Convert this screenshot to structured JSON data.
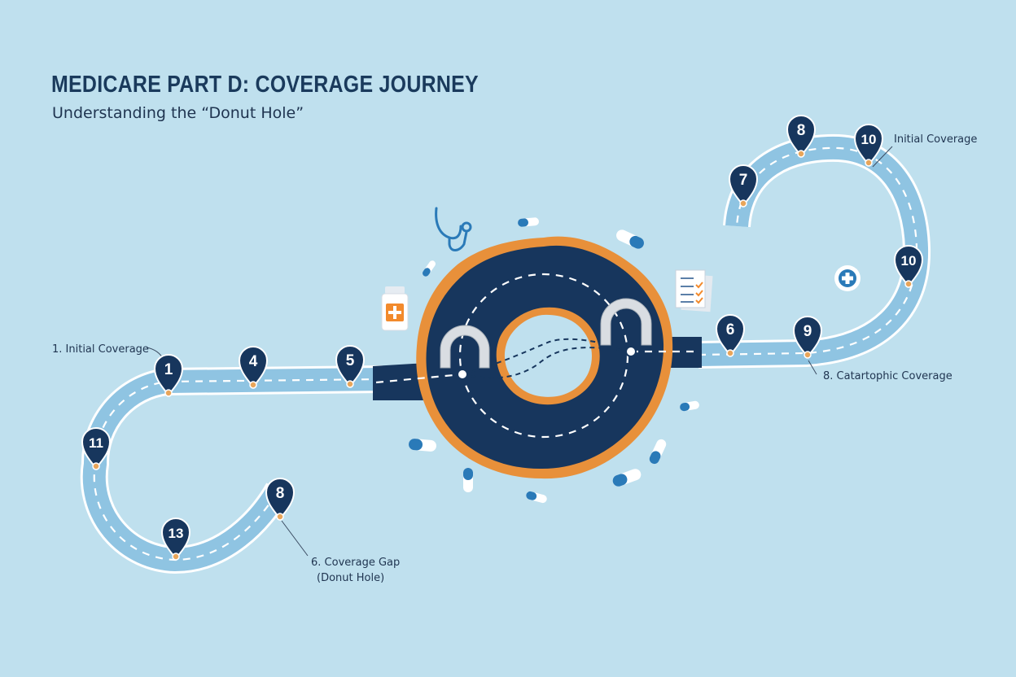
{
  "header": {
    "title": "MEDICARE PART D: COVERAGE JOURNEY",
    "subtitle": "Understanding the “Donut Hole”"
  },
  "labels": {
    "initial_coverage_left": "1. Initial Coverage",
    "initial_coverage_right": "Initial Coverage",
    "catastrophic": "8. Catartophic Coverage",
    "coverage_gap": "6. Coverage Gap",
    "donut_hole": "(Donut Hole)"
  },
  "markers": [
    "1",
    "4",
    "5",
    "11",
    "13",
    "8",
    "7",
    "8",
    "10",
    "10",
    "6",
    "9"
  ],
  "icons": [
    "stethoscope-icon",
    "medicine-bottle-icon",
    "checklist-icon",
    "medical-cross-icon",
    "pill-icon"
  ],
  "colors": {
    "background": "#bfe0ee",
    "road": "#8fc4e2",
    "road_edge": "#ffffff",
    "donut": "#17365d",
    "donut_glaze": "#e8903a",
    "marker": "#17365d",
    "marker_tip": "#e8a55a",
    "accent_orange": "#f28a2c"
  }
}
